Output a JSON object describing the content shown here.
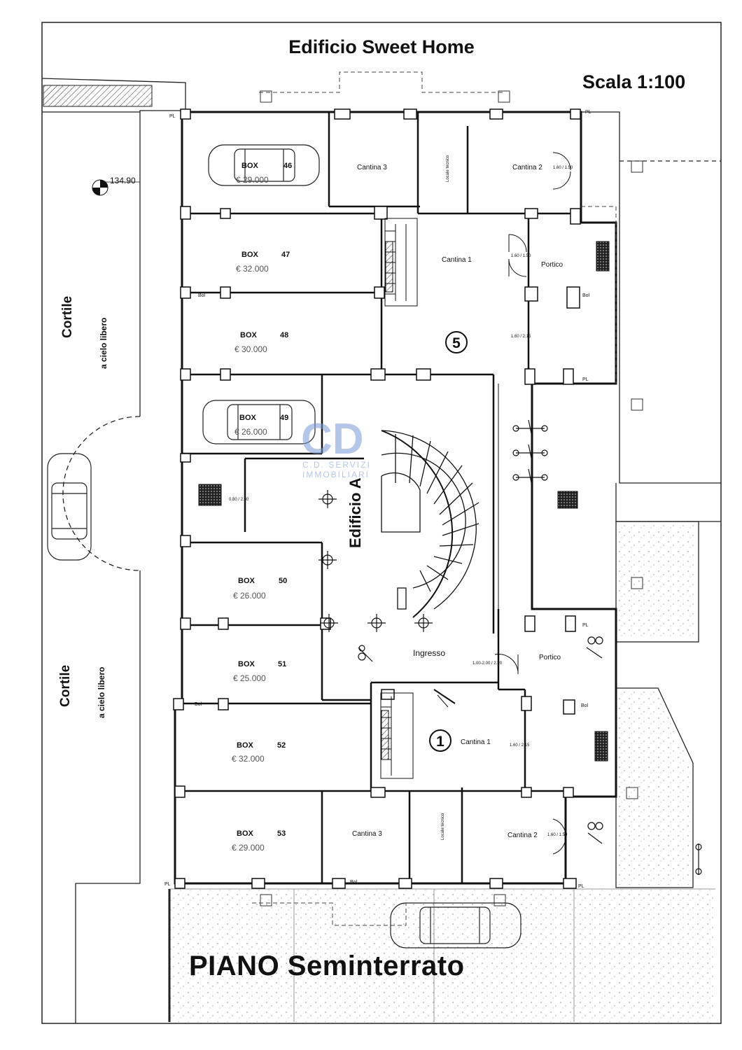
{
  "header": {
    "title": "Edificio Sweet Home",
    "scale": "Scala 1:100"
  },
  "footer": {
    "floor": "PIANO Seminterrato"
  },
  "courtyards": [
    {
      "title": "Cortile",
      "subtitle": "a cielo libero"
    },
    {
      "title": "Cortile",
      "subtitle": "a cielo libero"
    }
  ],
  "elevation": "134.90",
  "building_label": "Edificio A",
  "watermark": {
    "logo": "CD",
    "line1": "C.D. SERVIZI",
    "line2": "IMMOBILIARI"
  },
  "boxes": [
    {
      "label": "BOX",
      "number": "46",
      "price": "€ 29.000"
    },
    {
      "label": "BOX",
      "number": "47",
      "price": "€ 32.000"
    },
    {
      "label": "BOX",
      "number": "48",
      "price": "€ 30.000"
    },
    {
      "label": "BOX",
      "number": "49",
      "price": "€ 26.000"
    },
    {
      "label": "BOX",
      "number": "50",
      "price": "€ 26.000"
    },
    {
      "label": "BOX",
      "number": "51",
      "price": "€ 25.000"
    },
    {
      "label": "BOX",
      "number": "52",
      "price": "€ 32.000"
    },
    {
      "label": "BOX",
      "number": "53",
      "price": "€ 29.000"
    }
  ],
  "rooms": {
    "cantina3_top": "Cantina 3",
    "cantina2_top": "Cantina 2",
    "cantina1_top": "Cantina 1",
    "portico_top": "Portico",
    "ingresso": "Ingresso",
    "portico_bottom": "Portico",
    "cantina1_bottom": "Cantina 1",
    "cantina3_bottom": "Cantina 3",
    "cantina2_bottom": "Cantina 2",
    "locale_tecnico_top": "Locale tecnico",
    "locale_tecnico_bottom": "Locale tecnico"
  },
  "unit_markers": [
    "5",
    "1"
  ],
  "dimensions": {
    "door_a": "1.60 / 1.50",
    "door_b": "1.60 / 1.50",
    "door_c": "1.60 / 2.15",
    "door_d": "1.00-2.00 / 2.20",
    "door_e": "1.60 / 2.15",
    "door_f": "1.60 / 1.50",
    "door_g": "0.80 / 2.30"
  },
  "symbols": {
    "pluviale": "PL",
    "bocca_lupo": "Bol"
  }
}
